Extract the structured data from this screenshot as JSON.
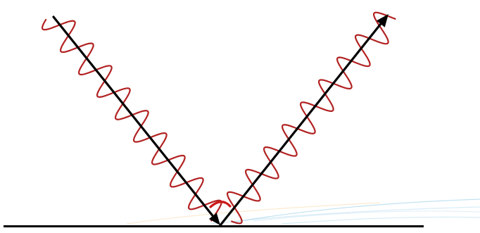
{
  "diagram": {
    "subject": "wave-reflection",
    "surface_color": "#000000",
    "ray_color": "#000000",
    "wave_color": "#b22222",
    "angle_marker_color": "#cc1a1a",
    "streak_colors": [
      "#8ecae6",
      "#a8d5ef",
      "#f4c27a",
      "#c9e4f3"
    ],
    "incident": {
      "direction": "downward-right",
      "wave_cycles": 9
    },
    "reflected": {
      "direction": "upward-right",
      "wave_cycles": 9
    }
  }
}
